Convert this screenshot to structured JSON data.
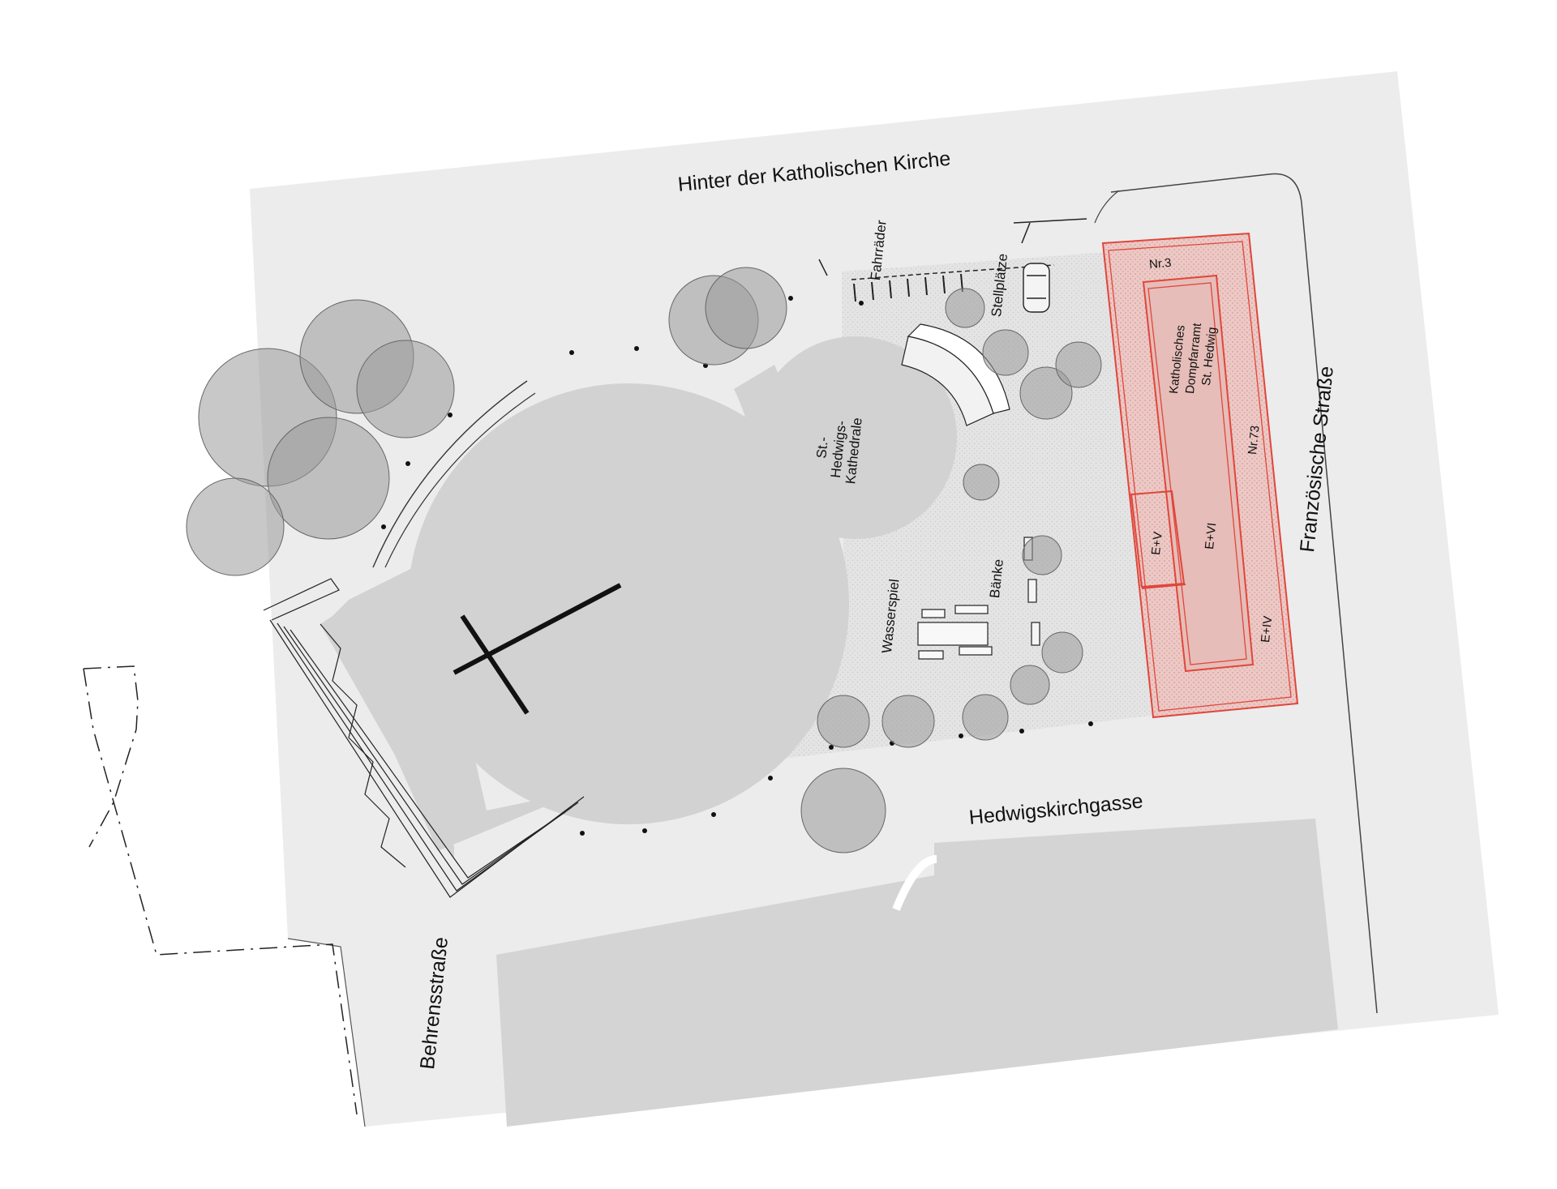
{
  "streets": {
    "north": "Hinter der Katholischen Kirche",
    "east": "Französische Straße",
    "south": "Hedwigskirchgasse",
    "west": "Behrensstraße"
  },
  "labels": {
    "cathedral": "St.- Hedwigs- Kathedrale",
    "bicycles": "Fahrräder",
    "parking": "Stellplätze",
    "water_feature": "Wasserspiel",
    "benches": "Bänke"
  },
  "building": {
    "lines": [
      "Katholisches",
      "Dompfarramt",
      "St. Hedwig"
    ],
    "number_north": "Nr.3",
    "number_east": "Nr.73",
    "floors": [
      "E+V",
      "E+VI",
      "E+IV"
    ]
  },
  "colors": {
    "ground": "#eeeeee",
    "cathedral": "#d2d2d2",
    "plaza": "#e3e3e3",
    "neighbor_building": "#d5d5d5",
    "highlight_red": "#e0463b",
    "highlight_fill": "#e8c6c4",
    "cross": "#111111"
  },
  "icons": [
    "tree-icon",
    "bollard-icon",
    "car-icon",
    "cross-icon"
  ]
}
